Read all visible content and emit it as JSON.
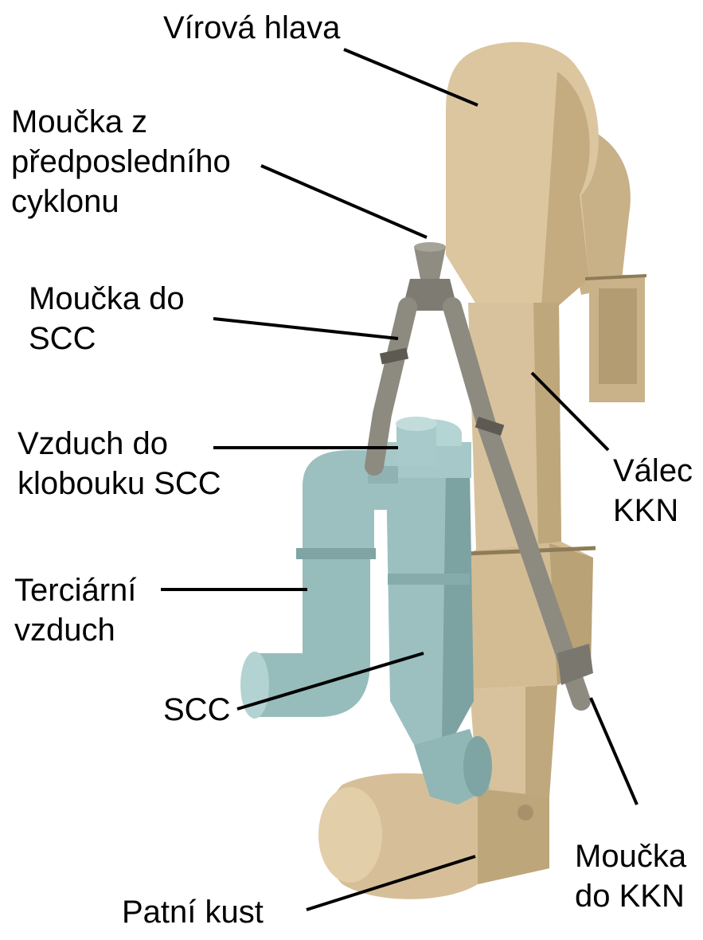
{
  "colors": {
    "tower_tan": "#d8c29d",
    "tower_shade": "#b9a276",
    "scc_teal": "#97bcbc",
    "scc_shade": "#759b9b",
    "pipe_gray": "#8d8a80",
    "pipe_dark": "#5d5a52",
    "leader_lines": "#000000",
    "text": "#000000"
  },
  "labels": {
    "virova_hlava": [
      "Vírová hlava"
    ],
    "moucka_z_predposledniho": [
      "Moučka z",
      "předposledního",
      "cyklonu"
    ],
    "moucka_do_scc": [
      "Moučka do",
      "SCC"
    ],
    "vzduch_do_klobouku": [
      "Vzduch do",
      "klobouku SCC"
    ],
    "tercialni_vzduch": [
      "Terciární",
      "vzduch"
    ],
    "scc": [
      "SCC"
    ],
    "patni_kust": [
      "Patní kust"
    ],
    "valec_kkn": [
      "Válec",
      "KKN"
    ],
    "moucka_do_kkn": [
      "Moučka",
      "do KKN"
    ]
  }
}
